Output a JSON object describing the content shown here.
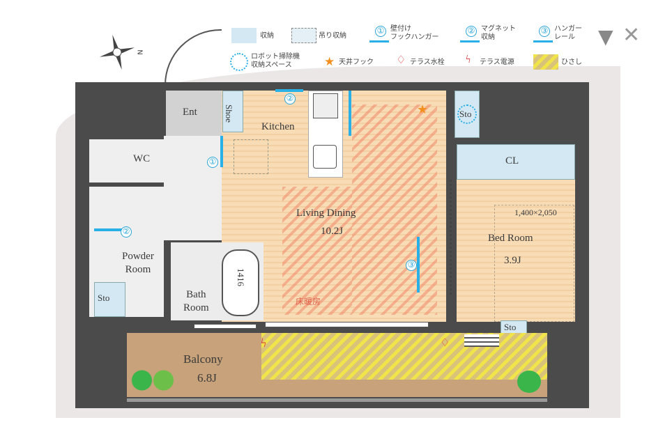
{
  "legend": {
    "storage": "収納",
    "hanging_storage": "吊り収納",
    "wall_hook": {
      "num": "①",
      "label": "壁付け\nフックハンガー"
    },
    "magnet": {
      "num": "②",
      "label": "マグネット\n収納"
    },
    "hanger_rail": {
      "num": "③",
      "label": "ハンガー\nレール"
    },
    "robot": "ロボット掃除機\n収納スペース",
    "ceiling_hook": "天井フック",
    "terrace_water": "テラス水栓",
    "terrace_power": "テラス電源",
    "awning": "ひさし"
  },
  "compass": {
    "north": "N"
  },
  "rooms": {
    "ent": "Ent",
    "shoe": "Shoe",
    "kitchen": "Kitchen",
    "sto_top": "Sto",
    "cl": "CL",
    "wc": "WC",
    "living": "Living Dining",
    "living_size": "10.2J",
    "bed_dim": "1,400×2,050",
    "bed": "Bed Room",
    "bed_size": "3.9J",
    "powder": "Powder\nRoom",
    "bath": "Bath\nRoom",
    "tub": "1416",
    "sto_left": "Sto",
    "floor_heat": "床暖房",
    "sto_bed": "Sto",
    "balcony": "Balcony",
    "balcony_size": "6.8J"
  },
  "markers": {
    "m1": "①",
    "m2": "②",
    "m3": "③"
  },
  "overlay": {
    "down": "▼",
    "close": "✕"
  },
  "colors": {
    "wall": "#4b4b4b",
    "floor": "#f8dcb6",
    "storage": "#d3e8f3",
    "accent": "#29b0e6",
    "awning": "#f1e44a",
    "balcony": "#c8a27a"
  }
}
